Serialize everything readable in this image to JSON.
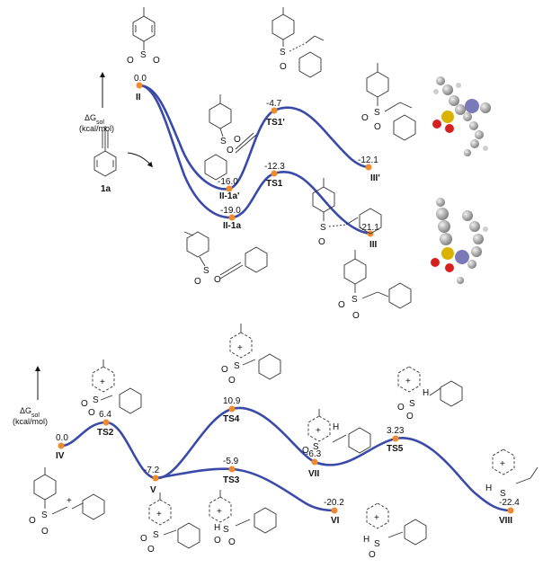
{
  "panel_top": {
    "axis": {
      "label": "ΔG",
      "sub": "sol",
      "unit": "(kcal/mol)"
    },
    "reactant_label": "1a",
    "points": [
      {
        "value": "0.0",
        "label": "II"
      },
      {
        "value": "-16.0",
        "label": "II-1a'"
      },
      {
        "value": "-19.0",
        "label": "II-1a"
      },
      {
        "value": "-4.7",
        "label": "TS1'"
      },
      {
        "value": "-12.3",
        "label": "TS1"
      },
      {
        "value": "-12.1",
        "label": "III'"
      },
      {
        "value": "-21.1",
        "label": "III"
      }
    ]
  },
  "panel_bottom": {
    "axis": {
      "label": "ΔG",
      "sub": "sol",
      "unit": "(kcal/mol)"
    },
    "points": [
      {
        "value": "0.0",
        "label": "IV"
      },
      {
        "value": "6.4",
        "label": "TS2"
      },
      {
        "value": "-7.2",
        "label": "V"
      },
      {
        "value": "10.9",
        "label": "TS4"
      },
      {
        "value": "-5.9",
        "label": "TS3"
      },
      {
        "value": "-6.3",
        "label": "VII"
      },
      {
        "value": "3.23",
        "label": "TS5"
      },
      {
        "value": "-20.2",
        "label": "VI"
      },
      {
        "value": "-22.4",
        "label": "VIII"
      }
    ],
    "atoms": {
      "s": "S",
      "o": "O",
      "h": "H",
      "plus": "+"
    }
  },
  "colors": {
    "profile": "#3a4aa8",
    "point": "#f08a2a",
    "sulfur": "#d8b400",
    "oxygen": "#d62020",
    "nitrogen": "#7a7ab8",
    "carbon": "#8a8a8a"
  }
}
